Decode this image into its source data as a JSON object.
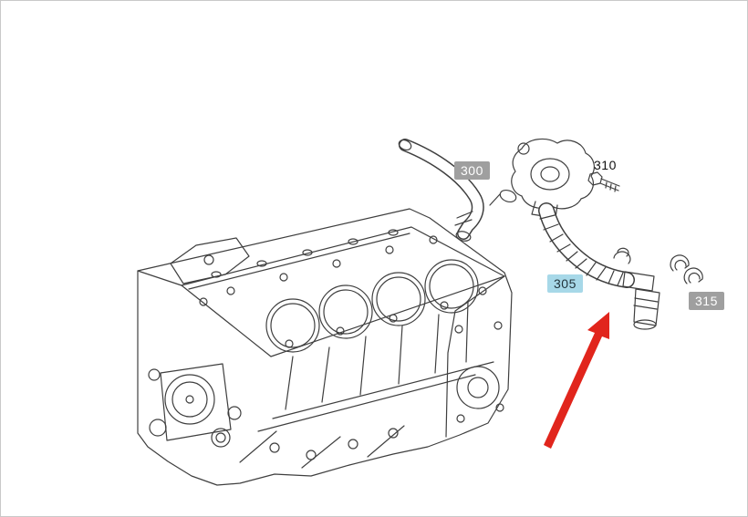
{
  "diagram": {
    "type": "engine-parts-diagram",
    "description_visible_parts": [
      "engine-block",
      "vent-hose",
      "breather-housing",
      "bolt",
      "corrugated-hose",
      "retainer-clips"
    ],
    "labels": {
      "300": "300",
      "310": "310",
      "305": "305",
      "315": "315"
    },
    "highlighted_part": "305",
    "colors": {
      "badge_gray": "#9f9f9f",
      "badge_gray_text": "#ffffff",
      "badge_highlight": "#a7d8e8",
      "badge_highlight_text": "#22343c",
      "plain_label_text": "#111111",
      "arrow": "#e1251c",
      "line_art": "#3f3f3f",
      "background": "#ffffff"
    }
  }
}
